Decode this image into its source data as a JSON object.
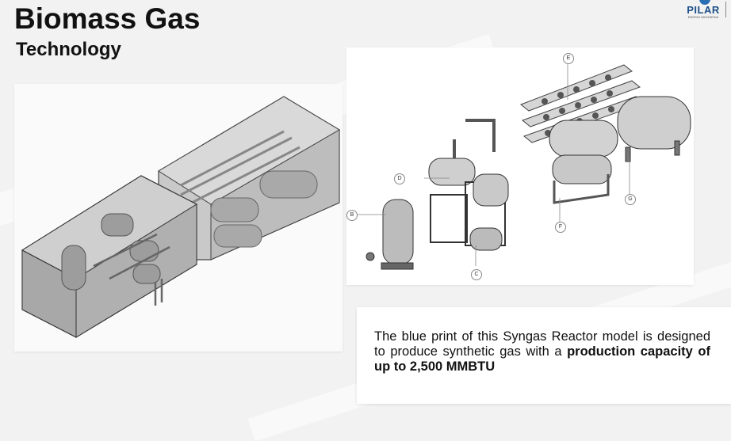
{
  "slide": {
    "title": "Biomass Gas",
    "subtitle": "Technology"
  },
  "logo": {
    "name": "PILAR",
    "tagline": "ENERGI INDONESIA"
  },
  "blueprint": {
    "callouts": [
      "E",
      "D",
      "B",
      "C",
      "F",
      "G"
    ]
  },
  "description": {
    "text": "The blue print of this Syngas Reactor model is designed to produce synthetic gas with a",
    "emphasis": "production capacity of up to 2,500 MMBTU"
  }
}
